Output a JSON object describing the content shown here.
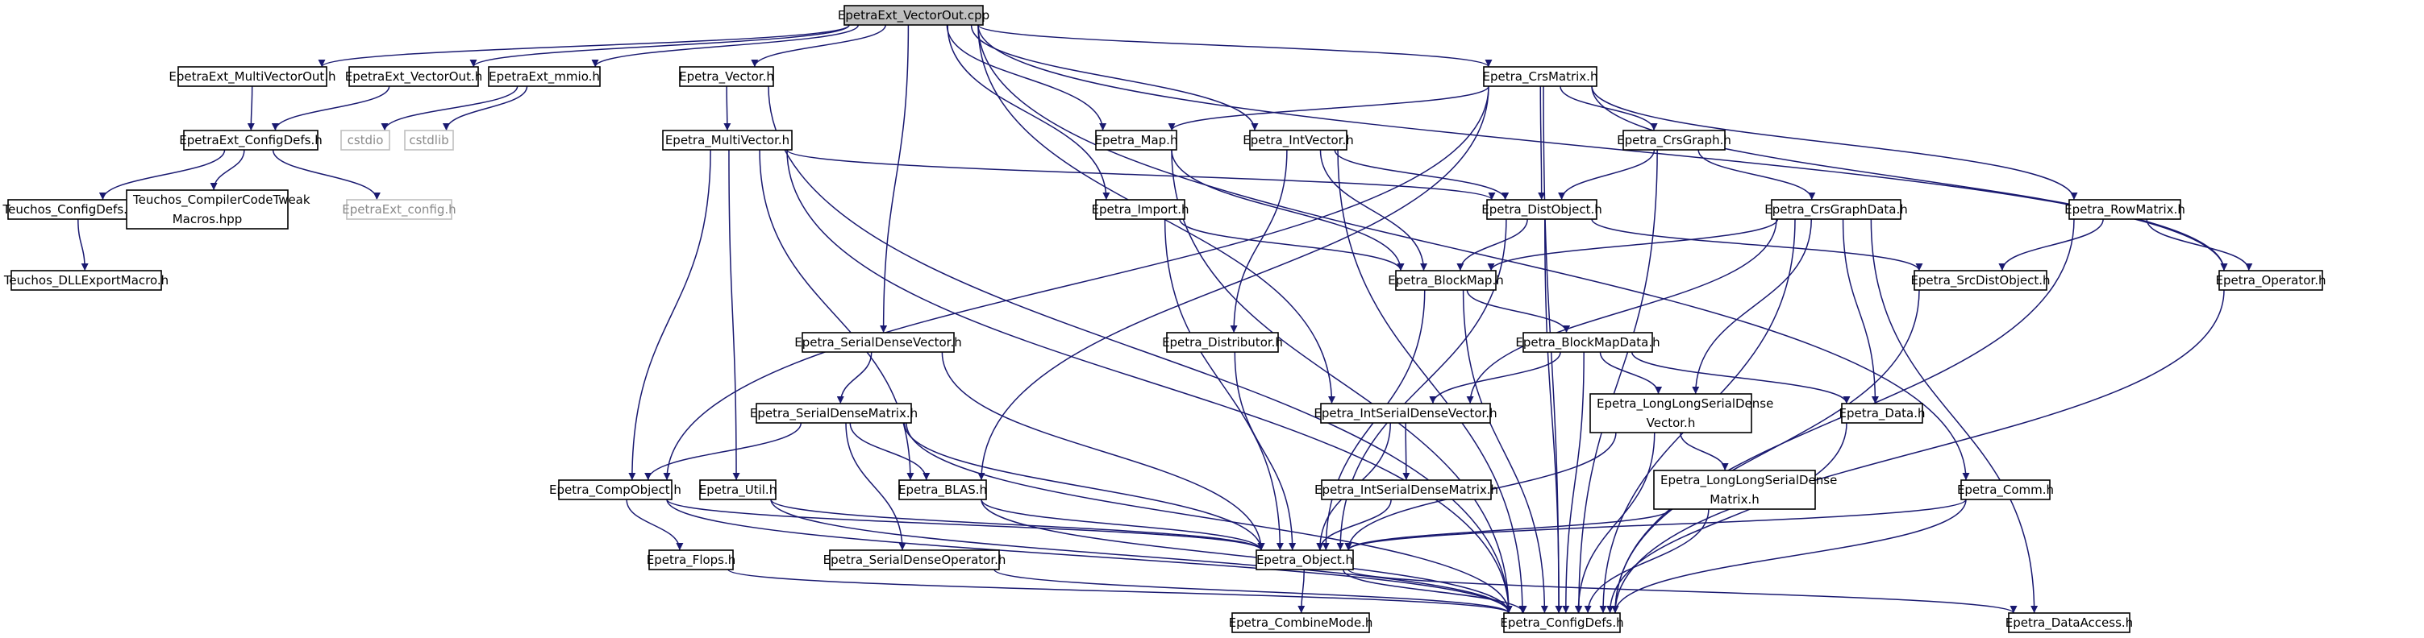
{
  "diagram": {
    "title": "EpetraExt_VectorOut.cpp",
    "edge_color": "#191970",
    "root_fill": "#bfbfbf",
    "nodes": [
      {
        "id": "root",
        "lines": [
          "EpetraExt_VectorOut.cpp"
        ],
        "kind": "root"
      },
      {
        "id": "eMVO",
        "lines": [
          "EpetraExt_MultiVectorOut.h"
        ]
      },
      {
        "id": "eVO",
        "lines": [
          "EpetraExt_VectorOut.h"
        ]
      },
      {
        "id": "eMM",
        "lines": [
          "EpetraExt_mmio.h"
        ]
      },
      {
        "id": "eVec",
        "lines": [
          "Epetra_Vector.h"
        ]
      },
      {
        "id": "eCrs",
        "lines": [
          "Epetra_CrsMatrix.h"
        ]
      },
      {
        "id": "eCD",
        "lines": [
          "EpetraExt_ConfigDefs.h"
        ]
      },
      {
        "id": "cstdio",
        "lines": [
          "cstdio"
        ],
        "kind": "ext"
      },
      {
        "id": "cstdlib",
        "lines": [
          "cstdlib"
        ],
        "kind": "ext"
      },
      {
        "id": "eMV",
        "lines": [
          "Epetra_MultiVector.h"
        ]
      },
      {
        "id": "eMap",
        "lines": [
          "Epetra_Map.h"
        ]
      },
      {
        "id": "eIV",
        "lines": [
          "Epetra_IntVector.h"
        ]
      },
      {
        "id": "eCG",
        "lines": [
          "Epetra_CrsGraph.h"
        ]
      },
      {
        "id": "tCD",
        "lines": [
          "Teuchos_ConfigDefs.hpp"
        ]
      },
      {
        "id": "tCCT",
        "lines": [
          "Teuchos_CompilerCodeTweak",
          "Macros.hpp"
        ]
      },
      {
        "id": "eCfg",
        "lines": [
          "EpetraExt_config.h"
        ],
        "kind": "ext"
      },
      {
        "id": "eImp",
        "lines": [
          "Epetra_Import.h"
        ]
      },
      {
        "id": "eDO",
        "lines": [
          "Epetra_DistObject.h"
        ]
      },
      {
        "id": "eCGD",
        "lines": [
          "Epetra_CrsGraphData.h"
        ]
      },
      {
        "id": "eRM",
        "lines": [
          "Epetra_RowMatrix.h"
        ]
      },
      {
        "id": "tDLL",
        "lines": [
          "Teuchos_DLLExportMacro.h"
        ]
      },
      {
        "id": "eBM",
        "lines": [
          "Epetra_BlockMap.h"
        ]
      },
      {
        "id": "eSDO",
        "lines": [
          "Epetra_SrcDistObject.h"
        ]
      },
      {
        "id": "eOp",
        "lines": [
          "Epetra_Operator.h"
        ]
      },
      {
        "id": "eSDV",
        "lines": [
          "Epetra_SerialDenseVector.h"
        ]
      },
      {
        "id": "eDist",
        "lines": [
          "Epetra_Distributor.h"
        ]
      },
      {
        "id": "eBMD",
        "lines": [
          "Epetra_BlockMapData.h"
        ]
      },
      {
        "id": "eSDM",
        "lines": [
          "Epetra_SerialDenseMatrix.h"
        ]
      },
      {
        "id": "eISDV",
        "lines": [
          "Epetra_IntSerialDenseVector.h"
        ]
      },
      {
        "id": "eLLSDV",
        "lines": [
          "Epetra_LongLongSerialDense",
          "Vector.h"
        ]
      },
      {
        "id": "eData",
        "lines": [
          "Epetra_Data.h"
        ]
      },
      {
        "id": "eLLSDM",
        "lines": [
          "Epetra_LongLongSerialDense",
          "Matrix.h"
        ]
      },
      {
        "id": "eCO",
        "lines": [
          "Epetra_CompObject.h"
        ]
      },
      {
        "id": "eUtil",
        "lines": [
          "Epetra_Util.h"
        ]
      },
      {
        "id": "eBLAS",
        "lines": [
          "Epetra_BLAS.h"
        ]
      },
      {
        "id": "eISDM",
        "lines": [
          "Epetra_IntSerialDenseMatrix.h"
        ]
      },
      {
        "id": "eComm",
        "lines": [
          "Epetra_Comm.h"
        ]
      },
      {
        "id": "eFlops",
        "lines": [
          "Epetra_Flops.h"
        ]
      },
      {
        "id": "eSDOp",
        "lines": [
          "Epetra_SerialDenseOperator.h"
        ]
      },
      {
        "id": "eObj",
        "lines": [
          "Epetra_Object.h"
        ]
      },
      {
        "id": "eCM",
        "lines": [
          "Epetra_CombineMode.h"
        ]
      },
      {
        "id": "eConf",
        "lines": [
          "Epetra_ConfigDefs.h"
        ]
      },
      {
        "id": "eDA",
        "lines": [
          "Epetra_DataAccess.h"
        ]
      }
    ],
    "edges": [
      [
        "root",
        "eMVO"
      ],
      [
        "root",
        "eVO"
      ],
      [
        "root",
        "eMM"
      ],
      [
        "root",
        "eVec"
      ],
      [
        "root",
        "eCrs"
      ],
      [
        "root",
        "eMap"
      ],
      [
        "root",
        "eIV"
      ],
      [
        "root",
        "eImp"
      ],
      [
        "root",
        "eSDV"
      ],
      [
        "root",
        "eISDV"
      ],
      [
        "root",
        "eComm"
      ],
      [
        "root",
        "eOp"
      ],
      [
        "eMVO",
        "eCD"
      ],
      [
        "eVO",
        "eCD"
      ],
      [
        "eMM",
        "cstdio"
      ],
      [
        "eMM",
        "cstdlib"
      ],
      [
        "eCD",
        "tCD"
      ],
      [
        "eCD",
        "tCCT"
      ],
      [
        "eCD",
        "eCfg"
      ],
      [
        "tCD",
        "tDLL"
      ],
      [
        "eVec",
        "eMV"
      ],
      [
        "eVec",
        "eConf"
      ],
      [
        "eMV",
        "eDO"
      ],
      [
        "eMV",
        "eCO"
      ],
      [
        "eMV",
        "eUtil"
      ],
      [
        "eMV",
        "eBLAS"
      ],
      [
        "eMV",
        "eConf"
      ],
      [
        "eCrs",
        "eMap"
      ],
      [
        "eCrs",
        "eCG"
      ],
      [
        "eCrs",
        "eDO"
      ],
      [
        "eCrs",
        "eRM"
      ],
      [
        "eCrs",
        "eOp"
      ],
      [
        "eCrs",
        "eBLAS"
      ],
      [
        "eCrs",
        "eCO"
      ],
      [
        "eCrs",
        "eConf"
      ],
      [
        "eMap",
        "eBM"
      ],
      [
        "eMap",
        "eConf"
      ],
      [
        "eIV",
        "eDO"
      ],
      [
        "eIV",
        "eBM"
      ],
      [
        "eIV",
        "eDist"
      ],
      [
        "eIV",
        "eConf"
      ],
      [
        "eCG",
        "eDO"
      ],
      [
        "eCG",
        "eCGD"
      ],
      [
        "eCG",
        "eConf"
      ],
      [
        "eImp",
        "eBM"
      ],
      [
        "eImp",
        "eObj"
      ],
      [
        "eDO",
        "eBM"
      ],
      [
        "eDO",
        "eSDO"
      ],
      [
        "eDO",
        "eObj"
      ],
      [
        "eDO",
        "eConf"
      ],
      [
        "eCGD",
        "eBM"
      ],
      [
        "eCGD",
        "eISDV"
      ],
      [
        "eCGD",
        "eLLSDV"
      ],
      [
        "eCGD",
        "eData"
      ],
      [
        "eCGD",
        "eConf"
      ],
      [
        "eCGD",
        "eDA"
      ],
      [
        "eRM",
        "eSDO"
      ],
      [
        "eRM",
        "eOp"
      ],
      [
        "eRM",
        "eConf"
      ],
      [
        "eBM",
        "eBMD"
      ],
      [
        "eBM",
        "eObj"
      ],
      [
        "eBM",
        "eConf"
      ],
      [
        "eSDO",
        "eConf"
      ],
      [
        "eOp",
        "eConf"
      ],
      [
        "eSDV",
        "eSDM"
      ],
      [
        "eSDV",
        "eObj"
      ],
      [
        "eDist",
        "eObj"
      ],
      [
        "eBMD",
        "eISDV"
      ],
      [
        "eBMD",
        "eLLSDV"
      ],
      [
        "eBMD",
        "eData"
      ],
      [
        "eBMD",
        "eConf"
      ],
      [
        "eSDM",
        "eCO"
      ],
      [
        "eSDM",
        "eBLAS"
      ],
      [
        "eSDM",
        "eSDOp"
      ],
      [
        "eSDM",
        "eObj"
      ],
      [
        "eSDM",
        "eConf"
      ],
      [
        "eISDV",
        "eISDM"
      ],
      [
        "eISDV",
        "eObj"
      ],
      [
        "eLLSDV",
        "eLLSDM"
      ],
      [
        "eLLSDV",
        "eObj"
      ],
      [
        "eLLSDV",
        "eConf"
      ],
      [
        "eLLSDM",
        "eObj"
      ],
      [
        "eLLSDM",
        "eConf"
      ],
      [
        "eData",
        "eConf"
      ],
      [
        "eCO",
        "eFlops"
      ],
      [
        "eCO",
        "eObj"
      ],
      [
        "eCO",
        "eConf"
      ],
      [
        "eUtil",
        "eObj"
      ],
      [
        "eUtil",
        "eConf"
      ],
      [
        "eBLAS",
        "eObj"
      ],
      [
        "eBLAS",
        "eConf"
      ],
      [
        "eISDM",
        "eObj"
      ],
      [
        "eComm",
        "eObj"
      ],
      [
        "eComm",
        "eConf"
      ],
      [
        "eFlops",
        "eConf"
      ],
      [
        "eSDOp",
        "eConf"
      ],
      [
        "eObj",
        "eCM"
      ],
      [
        "eObj",
        "eConf"
      ],
      [
        "eObj",
        "eDA"
      ]
    ]
  }
}
